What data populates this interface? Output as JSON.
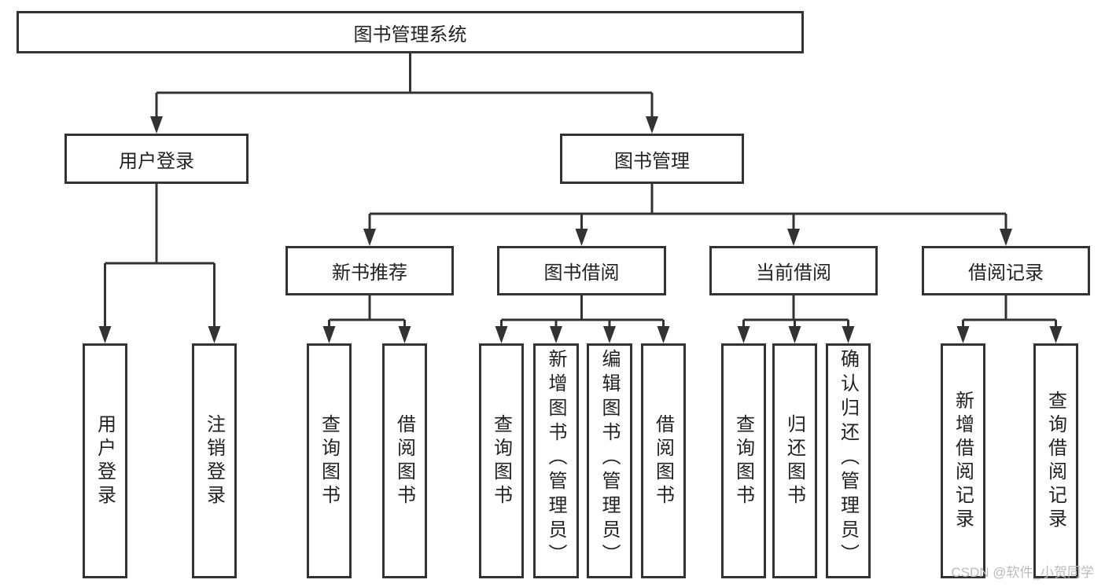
{
  "diagram": {
    "root": {
      "label": "图书管理系统"
    },
    "level1": [
      {
        "label": "用户登录",
        "children": [
          {
            "label": "用户登录"
          },
          {
            "label": "注销登录"
          }
        ]
      },
      {
        "label": "图书管理",
        "children": []
      }
    ],
    "level2": [
      {
        "label": "新书推荐",
        "children": [
          {
            "label": "查询图书"
          },
          {
            "label": "借阅图书"
          }
        ]
      },
      {
        "label": "图书借阅",
        "children": [
          {
            "label": "查询图书"
          },
          {
            "label": "新增图书（管理员）"
          },
          {
            "label": "编辑图书（管理员）"
          },
          {
            "label": "借阅图书"
          }
        ]
      },
      {
        "label": "当前借阅",
        "children": [
          {
            "label": "查询图书"
          },
          {
            "label": "归还图书"
          },
          {
            "label": "确认归还（管理员）"
          }
        ]
      },
      {
        "label": "借阅记录",
        "children": [
          {
            "label": "新增借阅记录"
          },
          {
            "label": "查询借阅记录"
          }
        ]
      }
    ],
    "line_color": "#333333"
  },
  "watermark": "CSDN @软件_小贺同学"
}
